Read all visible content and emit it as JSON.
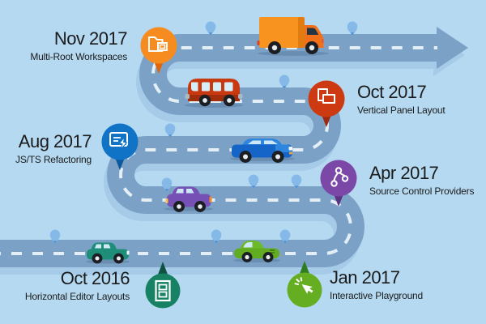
{
  "background_color": "#B5D9F1",
  "road": {
    "color": "#7BA2C6",
    "shadow_color": "#A6CBE9",
    "dash_color": "#E3EEF6",
    "arrow": "points right at top end of winding road"
  },
  "milestones": [
    {
      "date": "Nov 2017",
      "label": "Multi-Root Workspaces",
      "pin_style": "map-pin",
      "pin_color": "#F68C1F",
      "pin_tail_color": "#E0660D",
      "icon": "multi-root-workspaces-icon",
      "text_side": "left"
    },
    {
      "date": "Oct 2017",
      "label": "Vertical Panel Layout",
      "pin_style": "map-pin",
      "pin_color": "#CD3A11",
      "pin_tail_color": "#9D2A0E",
      "icon": "vertical-panel-layout-icon",
      "text_side": "right"
    },
    {
      "date": "Aug 2017",
      "label": "JS/TS Refactoring",
      "pin_style": "map-pin",
      "pin_color": "#1173C6",
      "pin_tail_color": "#0C589C",
      "icon": "js-ts-refactoring-icon",
      "text_side": "left"
    },
    {
      "date": "Apr 2017",
      "label": "Source Control Providers",
      "pin_style": "map-pin",
      "pin_color": "#7C48A8",
      "pin_tail_color": "#5C3380",
      "icon": "source-control-icon",
      "text_side": "right"
    },
    {
      "date": "Oct 2016",
      "label": "Horizontal Editor Layouts",
      "pin_style": "drop-up",
      "pin_color": "#178263",
      "pin_tail_color": "#0F5244",
      "icon": "horizontal-editor-layouts-icon",
      "text_side": "left"
    },
    {
      "date": "Jan 2017",
      "label": "Interactive Playground",
      "pin_style": "drop-up",
      "pin_color": "#65AE21",
      "pin_tail_color": "#2E7D1E",
      "icon": "interactive-playground-icon",
      "text_side": "right"
    }
  ],
  "vehicles": [
    {
      "name": "delivery-truck",
      "color": "#F7931E",
      "direction": "right"
    },
    {
      "name": "bus",
      "color": "#C8390F",
      "direction": "left"
    },
    {
      "name": "blue-sedan",
      "color": "#1565C8",
      "direction": "right"
    },
    {
      "name": "purple-car",
      "color": "#7650B4",
      "direction": "left"
    },
    {
      "name": "teal-car",
      "color": "#1F8E79",
      "direction": "right"
    },
    {
      "name": "green-car",
      "color": "#61AC20",
      "direction": "right"
    }
  ],
  "markers": {
    "mini_pin_color": "#84B9E8",
    "mini_pin_tip_color": "#4E90D2",
    "count": 10
  }
}
